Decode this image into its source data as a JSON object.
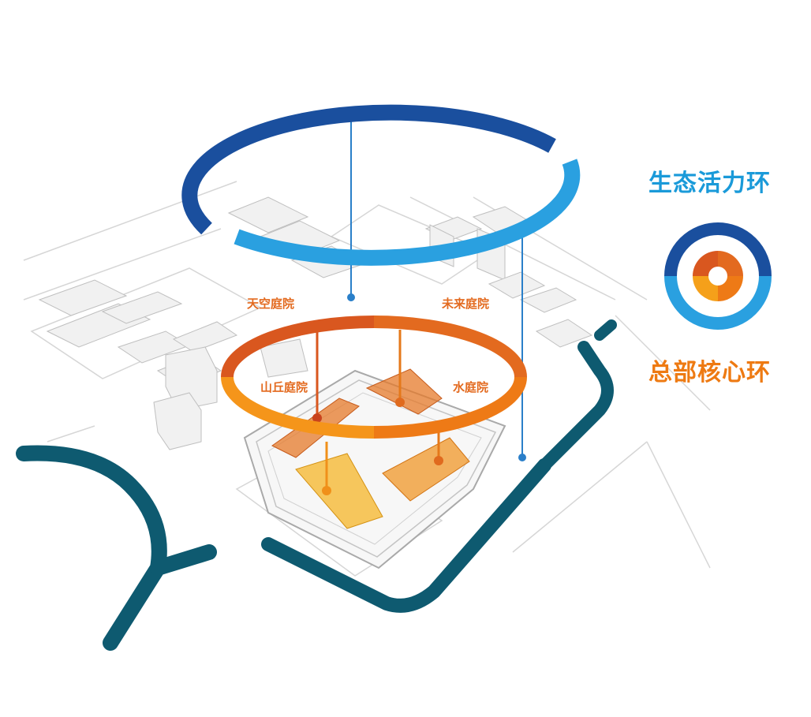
{
  "labels": {
    "eco_ring": "生态活力环",
    "hq_ring": "总部核心环",
    "sky_court": "天空庭院",
    "future_court": "未来庭院",
    "hill_court": "山丘庭院",
    "water_court": "水庭院"
  },
  "colors": {
    "eco_ring_dark": "#1a4f9e",
    "eco_ring_light": "#2aa0e0",
    "eco_title": "#1a9ad9",
    "hq_ring_dark": "#d9571f",
    "hq_ring_light": "#f0901a",
    "hq_title": "#ee7a12",
    "court_label": "#e36a1f",
    "water_path": "#0e5a70",
    "site_lines": "#cfcfcf",
    "courtyard_fill_orange": "#e67a2a",
    "courtyard_fill_yellow": "#f5b01a"
  },
  "icons": [
    "ring-legend-icon"
  ]
}
